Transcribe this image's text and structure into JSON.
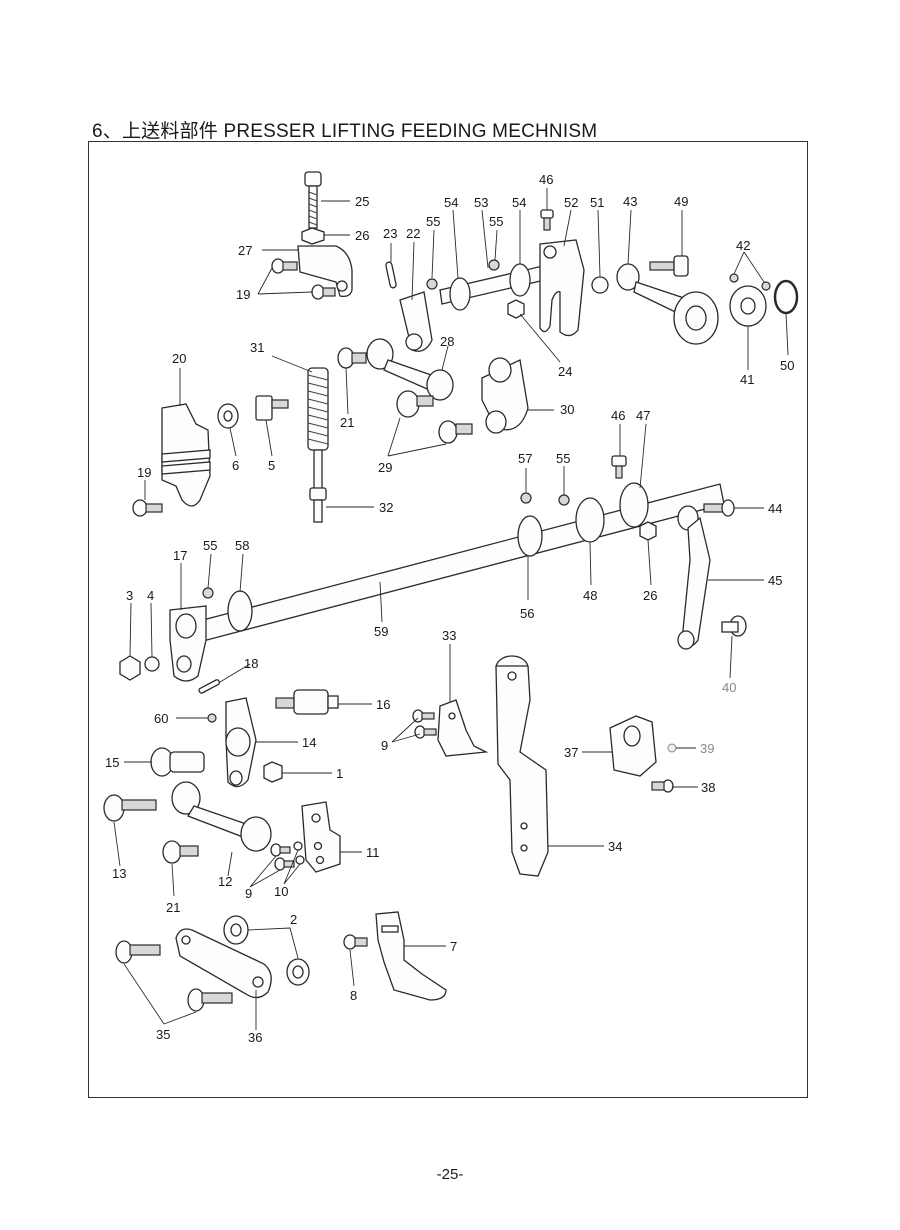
{
  "page_title": "6、上送料部件  PRESSER LIFTING FEEDING MECHNISM",
  "page_number": "-25-",
  "parts": [
    {
      "number": "25"
    },
    {
      "number": "26"
    },
    {
      "number": "27"
    },
    {
      "number": "19"
    },
    {
      "number": "23"
    },
    {
      "number": "22"
    },
    {
      "number": "55"
    },
    {
      "number": "54"
    },
    {
      "number": "53"
    },
    {
      "number": "55"
    },
    {
      "number": "54"
    },
    {
      "number": "46"
    },
    {
      "number": "52"
    },
    {
      "number": "51"
    },
    {
      "number": "43"
    },
    {
      "number": "49"
    },
    {
      "number": "42"
    },
    {
      "number": "50"
    },
    {
      "number": "41"
    },
    {
      "number": "24"
    },
    {
      "number": "31"
    },
    {
      "number": "28"
    },
    {
      "number": "20"
    },
    {
      "number": "21"
    },
    {
      "number": "30"
    },
    {
      "number": "6"
    },
    {
      "number": "5"
    },
    {
      "number": "29"
    },
    {
      "number": "46"
    },
    {
      "number": "47"
    },
    {
      "number": "19"
    },
    {
      "number": "57"
    },
    {
      "number": "55"
    },
    {
      "number": "32"
    },
    {
      "number": "44"
    },
    {
      "number": "17"
    },
    {
      "number": "55"
    },
    {
      "number": "58"
    },
    {
      "number": "45"
    },
    {
      "number": "3"
    },
    {
      "number": "4"
    },
    {
      "number": "48"
    },
    {
      "number": "26"
    },
    {
      "number": "56"
    },
    {
      "number": "59"
    },
    {
      "number": "33"
    },
    {
      "number": "40"
    },
    {
      "number": "18"
    },
    {
      "number": "16"
    },
    {
      "number": "60"
    },
    {
      "number": "14"
    },
    {
      "number": "9"
    },
    {
      "number": "37"
    },
    {
      "number": "39"
    },
    {
      "number": "15"
    },
    {
      "number": "1"
    },
    {
      "number": "38"
    },
    {
      "number": "11"
    },
    {
      "number": "34"
    },
    {
      "number": "13"
    },
    {
      "number": "12"
    },
    {
      "number": "9"
    },
    {
      "number": "10"
    },
    {
      "number": "21"
    },
    {
      "number": "2"
    },
    {
      "number": "7"
    },
    {
      "number": "8"
    },
    {
      "number": "35"
    },
    {
      "number": "36"
    }
  ]
}
